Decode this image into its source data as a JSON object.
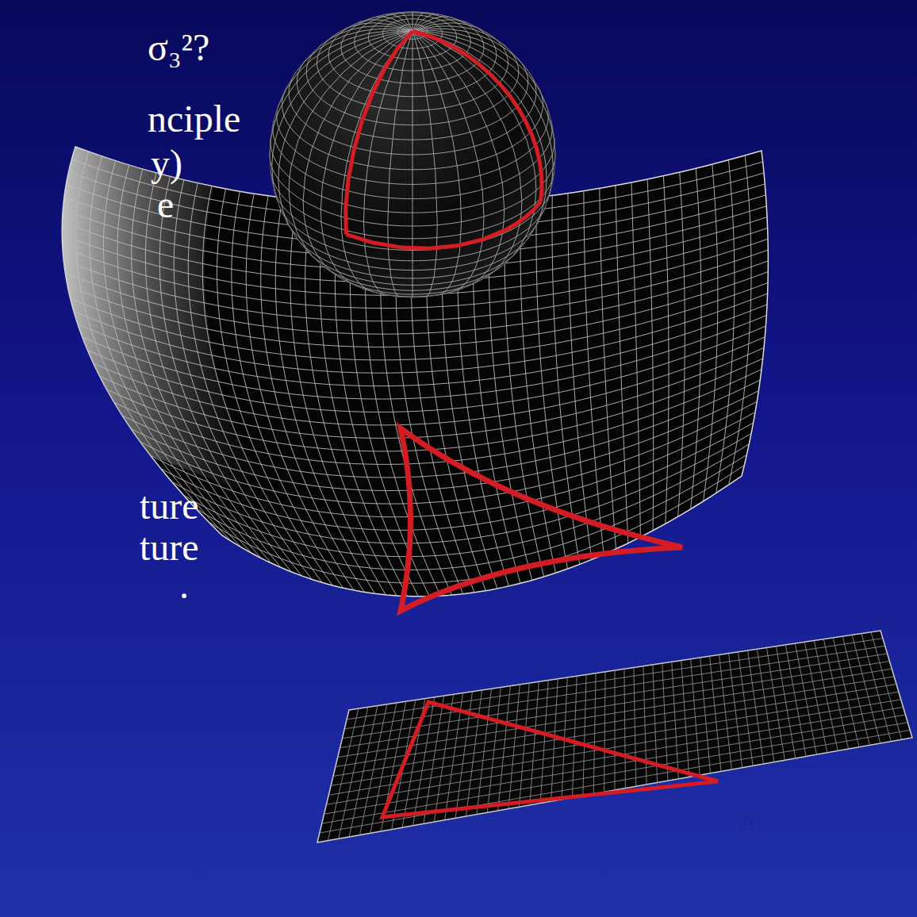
{
  "diagram": {
    "labels": [
      "σ₃²?",
      "nciple",
      "y)",
      "e",
      "ture",
      "ture",
      ".",
      "26"
    ]
  }
}
